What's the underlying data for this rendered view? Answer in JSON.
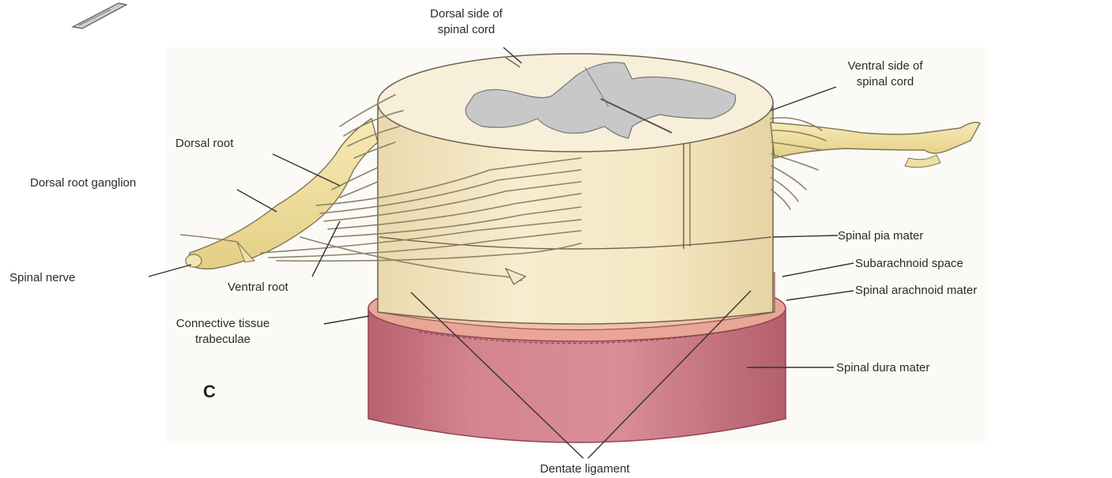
{
  "labels": {
    "dorsal_side": [
      "Dorsal side of",
      "spinal cord"
    ],
    "ventral_side": [
      "Ventral side of",
      "spinal cord"
    ],
    "dorsal_root": "Dorsal root",
    "dorsal_root_ganglion": "Dorsal root ganglion",
    "spinal_nerve": "Spinal nerve",
    "ventral_root": "Ventral root",
    "connective_tissue": [
      "Connective tissue",
      "trabeculae"
    ],
    "spinal_pia_mater": "Spinal pia mater",
    "subarachnoid_space": "Subarachnoid space",
    "spinal_arachnoid_mater": "Spinal arachnoid mater",
    "spinal_dura_mater": "Spinal dura mater",
    "dentate_ligament": "Dentate ligament",
    "panel_letter": "C"
  },
  "colors": {
    "cord_tissue": "#f3e8c8",
    "gray_matter": "#c9c9c9",
    "nerve": "#f0e2a2",
    "arachnoid": "#f0b69e",
    "dura": "#cc7c86",
    "dura_dark": "#b5606d"
  }
}
